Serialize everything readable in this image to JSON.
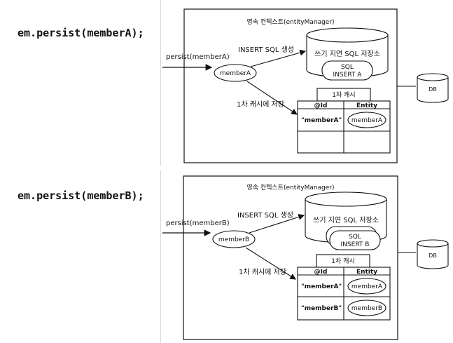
{
  "code_lines": [
    "em.persist(memberA);",
    "em.persist(memberB);"
  ],
  "diagrams": [
    {
      "context_title": "영속 컨텍스트(entityManager)",
      "persist_label": "persist(memberA)",
      "entity_ellipse": "memberA",
      "insert_label": "INSERT SQL 생성",
      "write_store_title": "쓰기 지연 SQL 저장소",
      "sql_items": [
        [
          "SQL",
          "INSERT A"
        ]
      ],
      "cache_save_label": "1차 캐시에 저장",
      "cache_title": "1차 캐시",
      "cache_headers": [
        "@Id",
        "Entity"
      ],
      "cache_rows": [
        [
          "\"memberA\"",
          "memberA"
        ],
        [
          "",
          ""
        ]
      ],
      "db_label": "DB"
    },
    {
      "context_title": "영속 컨텍스트(entityManager)",
      "persist_label": "persist(memberB)",
      "entity_ellipse": "memberB",
      "insert_label": "INSERT SQL 생성",
      "write_store_title": "쓰기 지연 SQL 저장소",
      "sql_items": [
        [
          "SQL",
          "INSERT B"
        ]
      ],
      "cache_save_label": "1차 캐시에 저장",
      "cache_title": "1차 캐시",
      "cache_headers": [
        "@Id",
        "Entity"
      ],
      "cache_rows": [
        [
          "\"memberA\"",
          "memberA"
        ],
        [
          "\"memberB\"",
          "memberB"
        ]
      ],
      "db_label": "DB"
    }
  ]
}
